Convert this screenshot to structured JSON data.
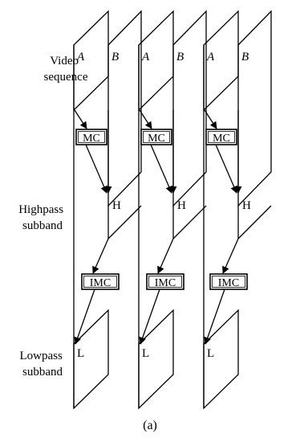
{
  "rows": {
    "video": [
      "Video",
      "sequence"
    ],
    "highpass": [
      "Highpass",
      "subband"
    ],
    "lowpass": [
      "Lowpass",
      "subband"
    ]
  },
  "frame_letters": [
    "A",
    "B",
    "A",
    "B",
    "A",
    "B"
  ],
  "mc_label": "MC",
  "imc_label": "IMC",
  "high_label": "H",
  "low_label": "L",
  "caption": "(a)"
}
